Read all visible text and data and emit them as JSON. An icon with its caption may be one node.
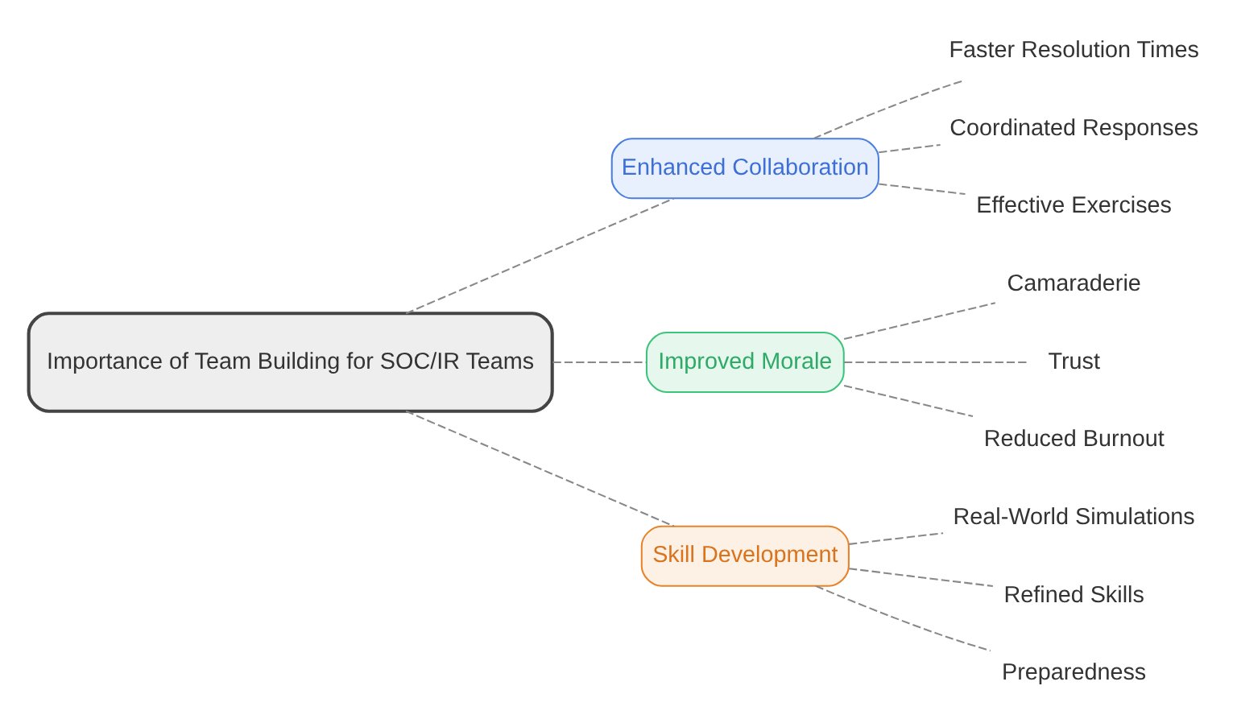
{
  "diagram": {
    "nodes": [
      {
        "text": [
          "Importance of Team Building for SOC/IR Teams"
        ]
      },
      {
        "text": [
          "Enhanced Collaboration"
        ]
      },
      {
        "text": [
          "Faster Resolution Times"
        ]
      },
      {
        "text": [
          "Coordinated Responses"
        ]
      },
      {
        "text": [
          "Effective Exercises"
        ]
      },
      {
        "text": [
          "Improved Morale"
        ]
      },
      {
        "text": [
          "Camaraderie"
        ]
      },
      {
        "text": [
          "Trust"
        ]
      },
      {
        "text": [
          "Reduced Burnout"
        ]
      },
      {
        "text": [
          "Skill Development"
        ]
      },
      {
        "text": [
          "Real-World Simulations"
        ]
      },
      {
        "text": [
          "Refined Skills"
        ]
      },
      {
        "text": [
          "Preparedness"
        ]
      }
    ],
    "edges": [
      {
        "from": 0,
        "to": 1,
        "arrow": "none",
        "style": "dashed"
      },
      {
        "from": 1,
        "to": 2,
        "arrow": "none",
        "style": "dashed"
      },
      {
        "from": 1,
        "to": 3,
        "arrow": "none",
        "style": "dashed"
      },
      {
        "from": 1,
        "to": 4,
        "arrow": "none",
        "style": "dashed"
      },
      {
        "from": 0,
        "to": 5,
        "arrow": "none",
        "style": "dashed"
      },
      {
        "from": 5,
        "to": 6,
        "arrow": "none",
        "style": "dashed"
      },
      {
        "from": 5,
        "to": 7,
        "arrow": "none",
        "style": "dashed"
      },
      {
        "from": 5,
        "to": 8,
        "arrow": "none",
        "style": "dashed"
      },
      {
        "from": 0,
        "to": 9,
        "arrow": "none",
        "style": "dashed"
      },
      {
        "from": 9,
        "to": 10,
        "arrow": "none",
        "style": "dashed"
      },
      {
        "from": 9,
        "to": 11,
        "arrow": "none",
        "style": "dashed"
      },
      {
        "from": 9,
        "to": 12,
        "arrow": "none",
        "style": "dashed"
      }
    ]
  }
}
